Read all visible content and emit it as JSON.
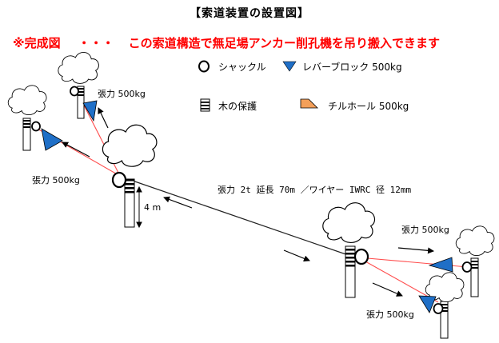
{
  "title": "【索道装置の設置図】",
  "note": {
    "prefix": "※完成図",
    "dots": "・・・",
    "text": "この索道構造で無足場アンカー削孔機を吊り搬入できます"
  },
  "legend": {
    "shackle": "シャックル",
    "lever_block": "レバーブロック 500kg",
    "wood_protection": "木の保護",
    "tirfor": "チルホール 500kg"
  },
  "labels": {
    "tension_top": "張力 500kg",
    "tension_left": "張力 500kg",
    "tension_right_upper": "張力 500kg",
    "tension_right_lower": "張力 500kg",
    "main_line": "張力 2t 延長 70m ／ワイヤー IWRC 径 12mm",
    "height": "4 m"
  },
  "colors": {
    "note_red": "#ff0000",
    "anchor_line": "#ff4d4d",
    "lever_block_blue": "#1f6fc7",
    "tirfor_orange": "#f4a05a",
    "main_wire": "#222222"
  }
}
